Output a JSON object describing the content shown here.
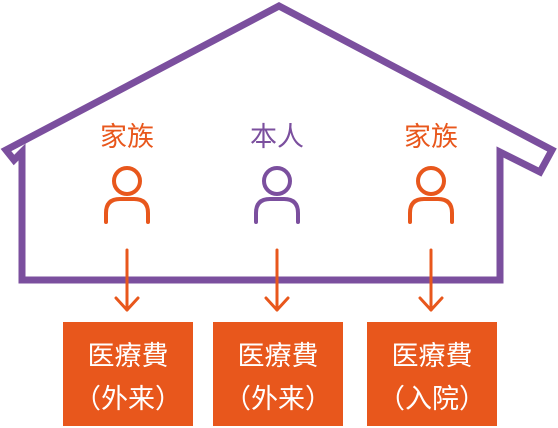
{
  "colors": {
    "house": "#7b4f9e",
    "family": "#e8571c",
    "self": "#7b4f9e",
    "box": "#e8571c",
    "box_text": "#ffffff"
  },
  "members": [
    {
      "label": "家族",
      "icon": "person-icon",
      "role": "family"
    },
    {
      "label": "本人",
      "icon": "person-icon",
      "role": "self"
    },
    {
      "label": "家族",
      "icon": "person-icon",
      "role": "family"
    }
  ],
  "boxes": [
    {
      "line1": "医療費",
      "line2": "（外来）"
    },
    {
      "line1": "医療費",
      "line2": "（外来）"
    },
    {
      "line1": "医療費",
      "line2": "（入院）"
    }
  ]
}
